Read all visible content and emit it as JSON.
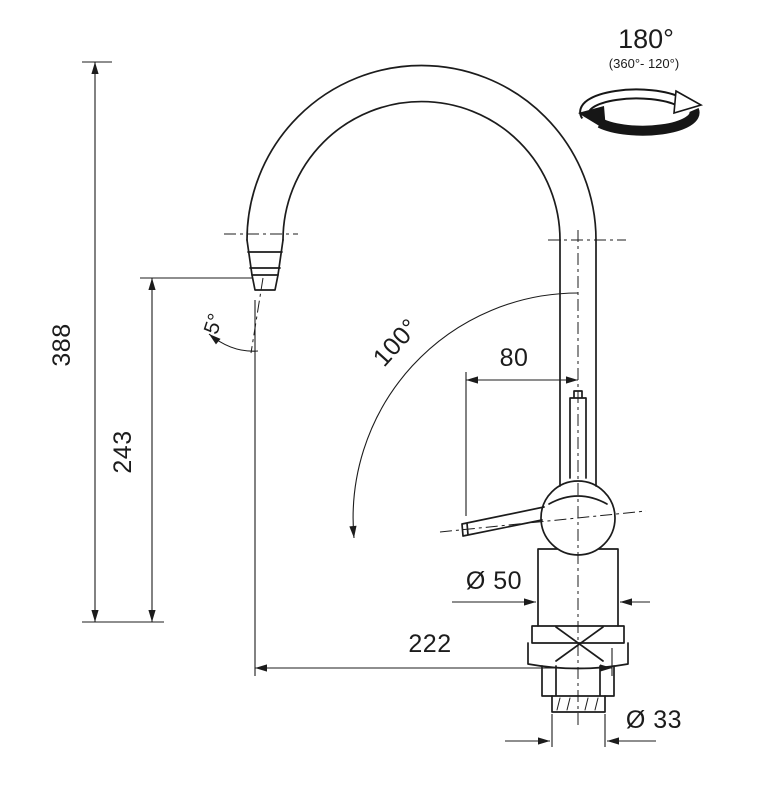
{
  "page": {
    "background": "#ffffff",
    "line_color": "#1c1c1c"
  },
  "rotation_indicator": {
    "angle": "180°",
    "range": "(360°- 120°)"
  },
  "dimensions": {
    "overall_height": "388",
    "outlet_height": "243",
    "outlet_tilt_angle": "5°",
    "handle_swivel_angle": "100°",
    "handle_projection": "80",
    "body_diameter": "Ø 50",
    "spout_reach": "222",
    "shank_diameter": "Ø 33"
  }
}
